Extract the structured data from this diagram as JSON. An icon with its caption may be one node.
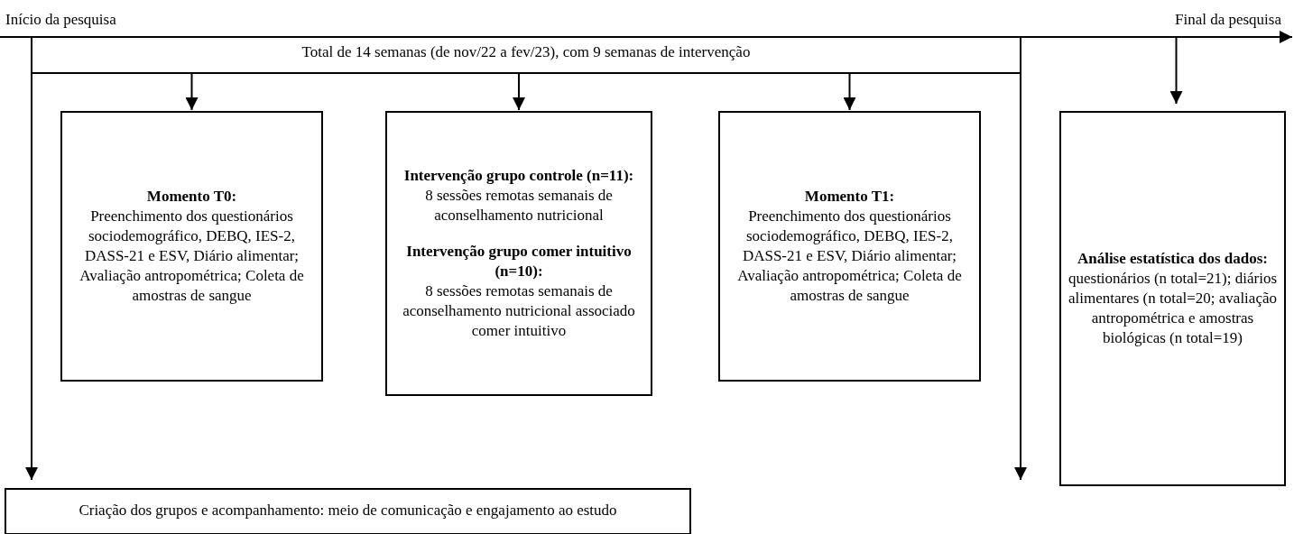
{
  "diagram": {
    "nodes": [
      {
        "text": [
          "Início da pesquisa"
        ]
      },
      {
        "text": [
          "Final da pesquisa"
        ]
      },
      {
        "text": [
          "Total de 14 semanas (de nov/22 a fev/23), com 9 semanas de intervenção"
        ]
      },
      {
        "text": [
          "Momento T0:",
          "Preenchimento dos questionários sociodemográfico, DEBQ, IES-2, DASS-21 e ESV, Diário alimentar; Avaliação antropométrica; Coleta de amostras de sangue"
        ]
      },
      {
        "text": [
          "Intervenção grupo controle (n=11):",
          "8 sessões remotas semanais de aconselhamento nutricional",
          "Intervenção grupo comer intuitivo (n=10):",
          "8 sessões remotas semanais de aconselhamento nutricional associado comer intuitivo"
        ]
      },
      {
        "text": [
          "Momento T1:",
          "Preenchimento dos questionários sociodemográfico, DEBQ, IES-2, DASS-21 e ESV, Diário alimentar; Avaliação antropométrica; Coleta de amostras de sangue"
        ]
      },
      {
        "text": [
          "Análise estatística dos dados:",
          "questionários (n total=21); diários alimentares (n total=20; avaliação antropométrica e amostras biológicas (n total=19)"
        ]
      },
      {
        "text": [
          "Criação dos grupos e acompanhamento: meio de comunicação e engajamento ao estudo"
        ]
      }
    ],
    "edges": [
      {
        "from": 0,
        "to": 1,
        "arrow": "to"
      },
      {
        "from": 2,
        "to": 3,
        "arrow": "to"
      },
      {
        "from": 2,
        "to": 4,
        "arrow": "to"
      },
      {
        "from": 2,
        "to": 5,
        "arrow": "to"
      },
      {
        "from": 2,
        "to": 7,
        "arrow": "to"
      },
      {
        "from": 2,
        "to": null,
        "arrow": "to"
      },
      {
        "from": 1,
        "to": 6,
        "arrow": "to"
      }
    ]
  }
}
